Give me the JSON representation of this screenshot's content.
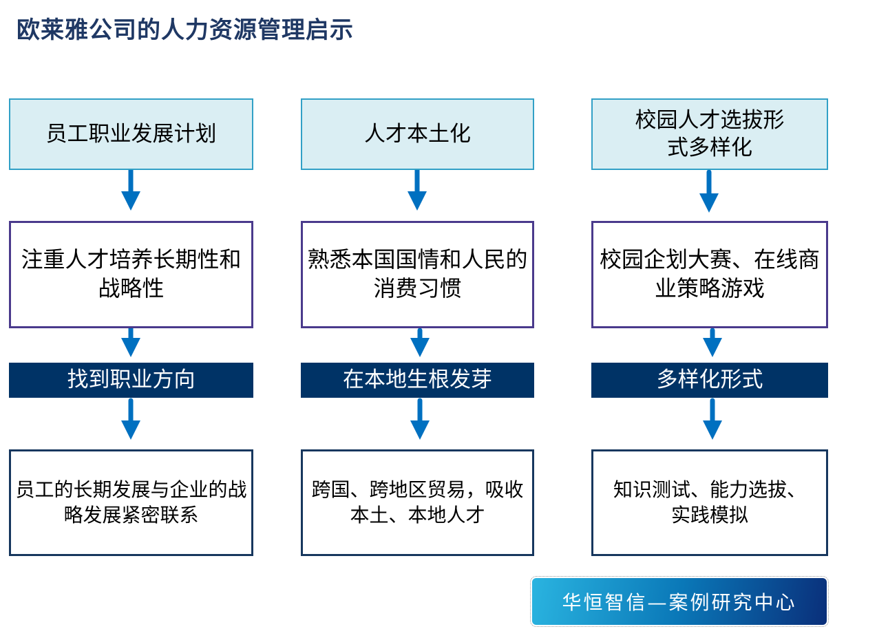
{
  "title": "欧莱雅公司的人力资源管理启示",
  "columns": [
    {
      "head": "员工职业发展计划",
      "detail": "注重人才培养长期性和战略性",
      "band": "找到职业方向",
      "result": "员工的长期发展与企业的战略发展紧密联系"
    },
    {
      "head": "人才本土化",
      "detail": "熟悉本国国情和人民的消费习惯",
      "band": "在本地生根发芽",
      "result": "跨国、跨地区贸易，吸收本土、本地人才"
    },
    {
      "head": "校园人才选拔形式多样化",
      "detail": "校园企划大赛、在线商业策略游戏",
      "band": "多样化形式",
      "result": "知识测试、能力选拔、实践模拟"
    }
  ],
  "footer": "华恒智信—案例研究中心",
  "colors": {
    "arrow": "#0070c0",
    "band": "#003366",
    "head_fill": "#daeef3"
  }
}
